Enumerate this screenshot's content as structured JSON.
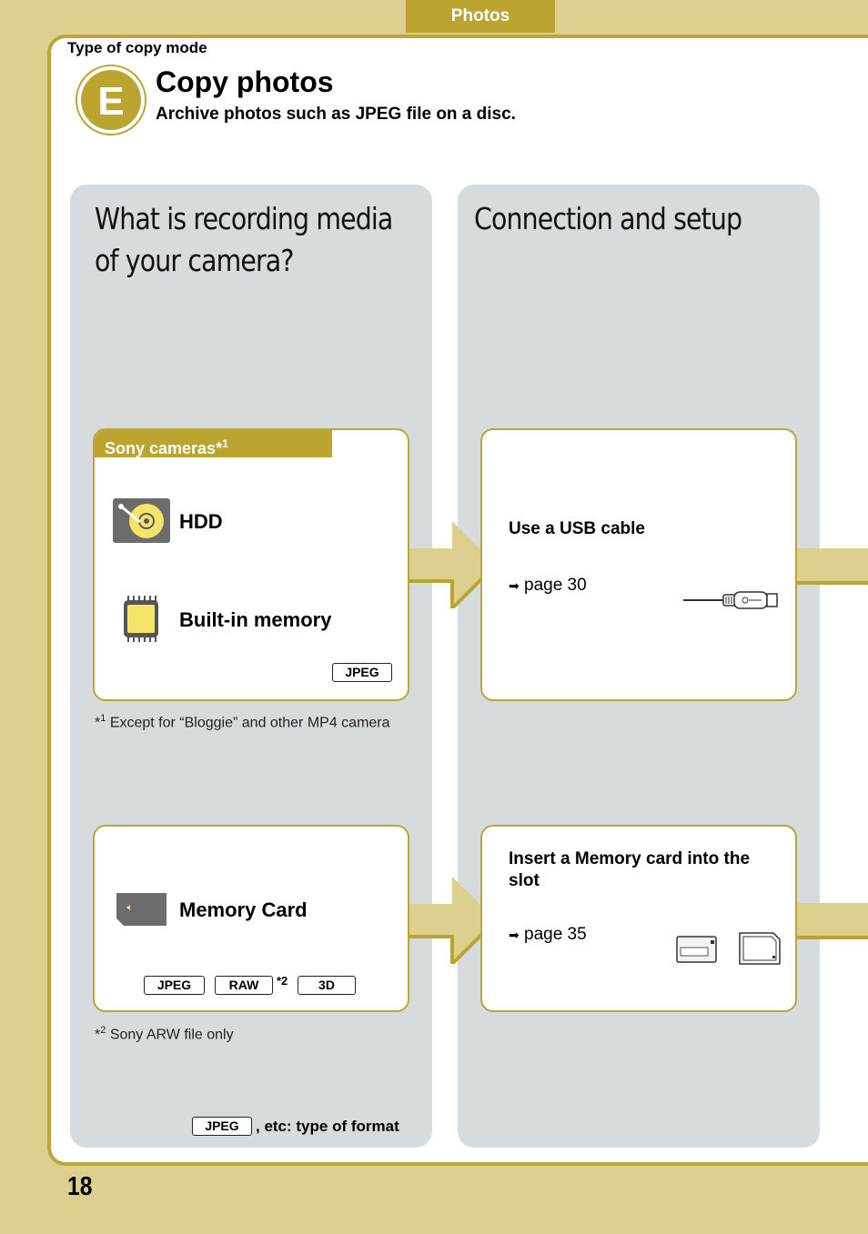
{
  "header": {
    "tab_label": "Photos",
    "section_label": "Type of copy mode",
    "badge_letter": "E",
    "title": "Copy photos",
    "subtitle": "Archive photos such as JPEG file on a disc."
  },
  "left_panel": {
    "title_line1": "What is recording media",
    "title_line2": "of your camera?",
    "sony_card": {
      "banner": "Sony cameras*",
      "banner_sup": "1",
      "hdd_label": "HDD",
      "memory_label": "Built-in memory",
      "format": "JPEG"
    },
    "footnote1_mark": "*",
    "footnote1_sup": "1",
    "footnote1_text": "Except for “Bloggie” and other MP4 camera",
    "card2": {
      "label": "Memory Card",
      "formats": [
        "JPEG",
        "RAW",
        "3D"
      ],
      "raw_mark": "*2"
    },
    "footnote2_mark": "*",
    "footnote2_sup": "2",
    "footnote2_text": "Sony ARW file only",
    "legend_format": "JPEG",
    "legend_text": ", etc: type of format"
  },
  "right_panel": {
    "title": "Connection and setup",
    "usb_card": {
      "title": "Use a USB cable",
      "ref": "page 30"
    },
    "mem_card": {
      "title_line1": "Insert a Memory card into the",
      "title_line2": "slot",
      "ref": "page 35"
    }
  },
  "footer": {
    "page_number": "18"
  },
  "colors": {
    "page_bg": "#ddd08f",
    "accent": "#bca431",
    "panel_bg": "#d6dbdd"
  }
}
